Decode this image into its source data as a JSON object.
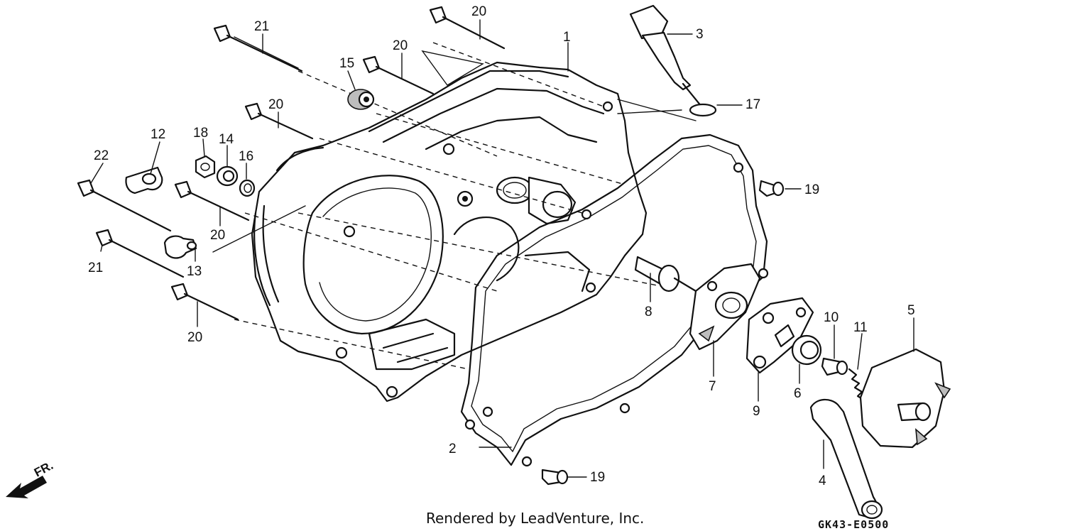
{
  "diagram": {
    "callouts": [
      {
        "label": "1"
      },
      {
        "label": "2"
      },
      {
        "label": "3"
      },
      {
        "label": "4"
      },
      {
        "label": "5"
      },
      {
        "label": "6"
      },
      {
        "label": "7"
      },
      {
        "label": "8"
      },
      {
        "label": "9"
      },
      {
        "label": "10"
      },
      {
        "label": "11"
      },
      {
        "label": "12"
      },
      {
        "label": "13"
      },
      {
        "label": "14"
      },
      {
        "label": "15"
      },
      {
        "label": "16"
      },
      {
        "label": "17"
      },
      {
        "label": "18"
      },
      {
        "label": "19"
      },
      {
        "label": "19"
      },
      {
        "label": "20"
      },
      {
        "label": "20"
      },
      {
        "label": "20"
      },
      {
        "label": "20"
      },
      {
        "label": "20"
      },
      {
        "label": "21"
      },
      {
        "label": "21"
      },
      {
        "label": "22"
      }
    ],
    "direction_marker": "FR.",
    "credit": "Rendered by LeadVenture, Inc.",
    "diagram_code": "GK43-E0500"
  }
}
